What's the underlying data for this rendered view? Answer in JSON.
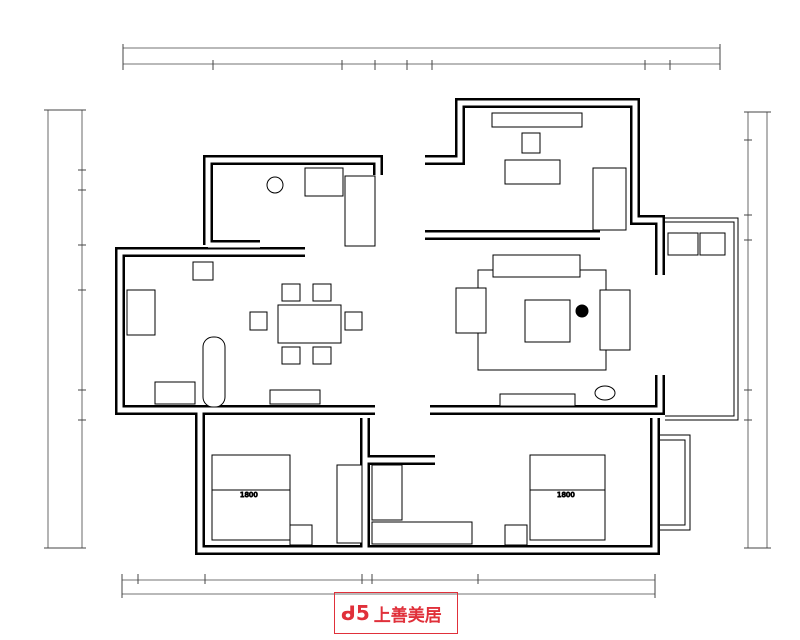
{
  "brand": {
    "mark": "ᑯ5",
    "name": "上善美居",
    "color": "#e0303a"
  },
  "plan": {
    "wall_color": "#000000",
    "beds": [
      {
        "label": "1800"
      },
      {
        "label": "1800"
      }
    ]
  }
}
